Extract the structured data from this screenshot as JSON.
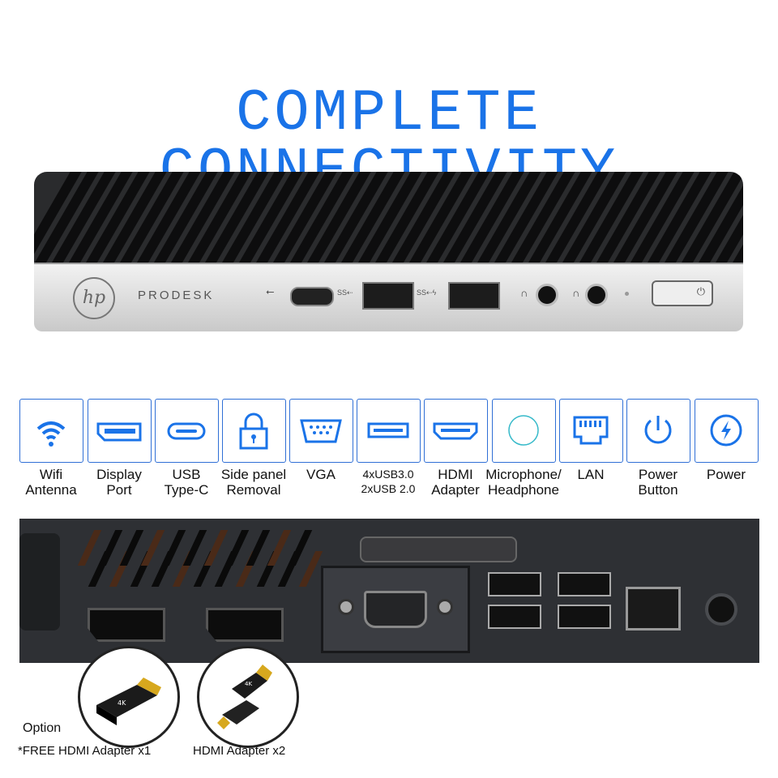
{
  "title": "COMPLETE CONNECTIVITY",
  "front_panel": {
    "logo_text": "hp",
    "model_text": "PRODESK"
  },
  "features": [
    {
      "icon": "wifi-icon",
      "label": "Wifi\nAntenna"
    },
    {
      "icon": "displayport-icon",
      "label": "Display\nPort"
    },
    {
      "icon": "usb-c-icon",
      "label": "USB\nType-C"
    },
    {
      "icon": "lock-icon",
      "label": "Side panel\nRemoval"
    },
    {
      "icon": "vga-icon",
      "label": "VGA"
    },
    {
      "icon": "usb-a-icon",
      "label": "4xUSB3.0\n2xUSB 2.0"
    },
    {
      "icon": "hdmi-icon",
      "label": "HDMI\nAdapter"
    },
    {
      "icon": "audio-jack-icon",
      "label": "Microphone/\nHeadphone"
    },
    {
      "icon": "lan-icon",
      "label": "LAN"
    },
    {
      "icon": "power-button-icon",
      "label": "Power\nButton"
    },
    {
      "icon": "power-bolt-icon",
      "label": "Power"
    }
  ],
  "options": {
    "heading": "Option",
    "adapter1_label": "*FREE HDMI Adapter x1",
    "adapter2_label": "HDMI Adapter x2",
    "adapter_badge": "4K"
  },
  "colors": {
    "title": "#1a73e8",
    "icon_stroke": "#1a73e8",
    "rear_panel": "#2e3034"
  }
}
